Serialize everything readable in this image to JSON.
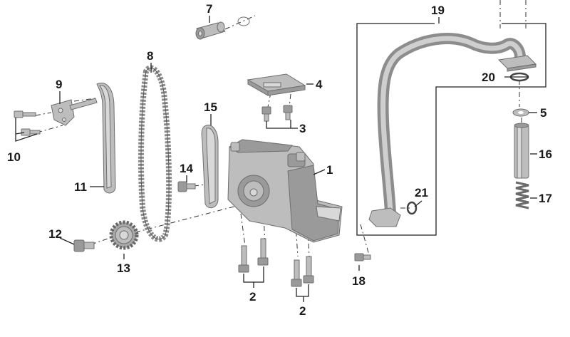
{
  "diagram": {
    "callouts": [
      {
        "id": "c1",
        "text": "1"
      },
      {
        "id": "c2a",
        "text": "2"
      },
      {
        "id": "c2b",
        "text": "2"
      },
      {
        "id": "c3",
        "text": "3"
      },
      {
        "id": "c4",
        "text": "4"
      },
      {
        "id": "c5",
        "text": "5"
      },
      {
        "id": "c7",
        "text": "7"
      },
      {
        "id": "c8",
        "text": "8"
      },
      {
        "id": "c9",
        "text": "9"
      },
      {
        "id": "c10",
        "text": "10"
      },
      {
        "id": "c11",
        "text": "11"
      },
      {
        "id": "c12",
        "text": "12"
      },
      {
        "id": "c13",
        "text": "13"
      },
      {
        "id": "c14",
        "text": "14"
      },
      {
        "id": "c15",
        "text": "15"
      },
      {
        "id": "c16",
        "text": "16"
      },
      {
        "id": "c17",
        "text": "17"
      },
      {
        "id": "c18",
        "text": "18"
      },
      {
        "id": "c19",
        "text": "19"
      },
      {
        "id": "c20",
        "text": "20"
      },
      {
        "id": "c21",
        "text": "21"
      }
    ],
    "colors": {
      "background": "#ffffff",
      "part_fill": "#bdbdbd",
      "part_dark": "#9a9a9a",
      "part_light": "#d8d8d8",
      "label": "#1a1a1a",
      "line": "#222222"
    }
  }
}
